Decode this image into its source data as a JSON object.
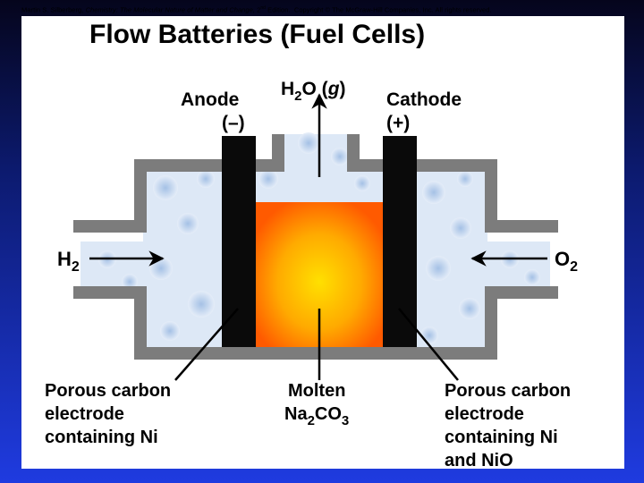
{
  "credit": {
    "author": "Martin S. Silberberg,",
    "book": "Chemistry: The Molecular Nature of Matter and Change,",
    "edition_num": "2",
    "edition_sup": "nd",
    "edition_rest": "Edition.",
    "copyright": "Copyright © The McGraw-Hill Companies, Inc. All rights reserved."
  },
  "title": "Flow Batteries (Fuel Cells)",
  "labels": {
    "anode": "Anode",
    "anode_sign": "(–)",
    "cathode": "Cathode",
    "cathode_sign": "(+)",
    "water_formula": "H",
    "water_sub": "2",
    "water_o": "O (",
    "water_state": "g",
    "water_close": ")",
    "h2": "H",
    "h2_sub": "2",
    "o2": "O",
    "o2_sub": "2",
    "left_electrode": [
      "Porous carbon",
      "electrode",
      "containing Ni"
    ],
    "electrolyte_line1": "Molten",
    "electrolyte_na": "Na",
    "electrolyte_na_sub": "2",
    "electrolyte_co": "CO",
    "electrolyte_co_sub": "3",
    "right_electrode": [
      "Porous carbon",
      "electrode",
      "containing Ni",
      "and NiO"
    ]
  },
  "colors": {
    "housing": "#7c7c7c",
    "electrode": "#0a0a0a",
    "electrolyte_center": "#ffe000",
    "electrolyte_edge": "#ff5a00",
    "gas_bubbles": "#b9d2ee"
  }
}
